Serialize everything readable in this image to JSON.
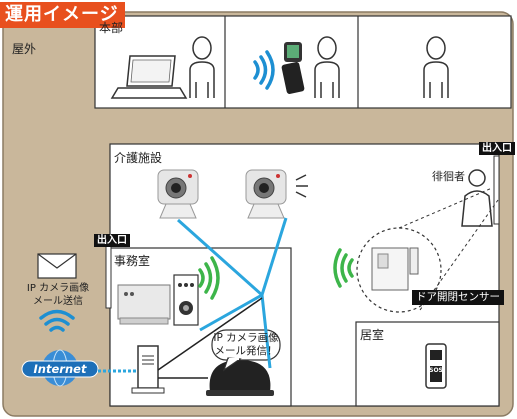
{
  "title": "運用イメージ",
  "areas": {
    "outdoor": "屋外",
    "headquarters": "本部",
    "facility": "介護施設",
    "office": "事務室",
    "living_room": "居室"
  },
  "labels": {
    "exit_right": "出入口",
    "exit_left": "出入口",
    "wanderer": "徘徊者",
    "door_sensor": "ドア開閉センサー",
    "mail_caption_line1": "IP カメラ画像",
    "mail_caption_line2": "メール送信",
    "bubble_line1": "IP カメラ画像",
    "bubble_line2": "メール発信！",
    "internet": "Internet",
    "sos": "SOS"
  },
  "colors": {
    "accent": "#e8501e",
    "outdoor_bg": "#c9b79b",
    "cable": "#2ba6de",
    "wifi_green": "#3db54a",
    "wifi_blue": "#1d8fd2",
    "internet_blue": "#1d6fb8"
  }
}
